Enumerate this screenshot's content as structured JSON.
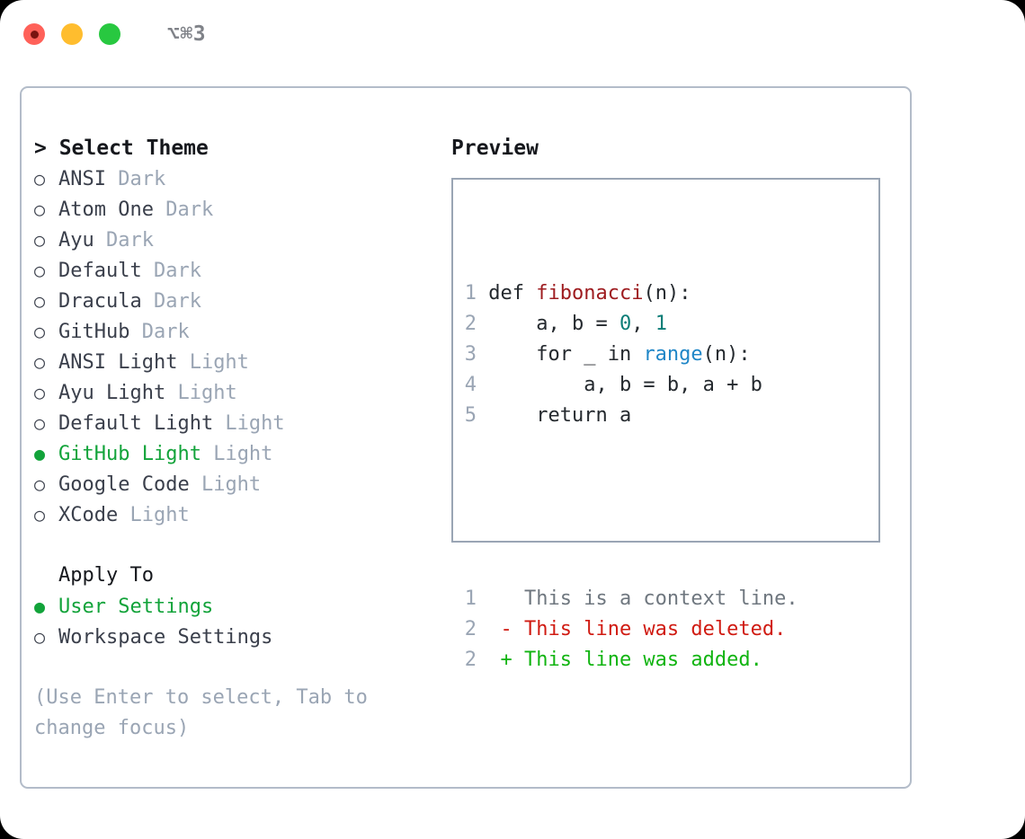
{
  "titlebar": {
    "shortcut": "⌥⌘3",
    "buttons": [
      {
        "name": "close",
        "color": "#ff6159"
      },
      {
        "name": "minimize",
        "color": "#ffbd2e"
      },
      {
        "name": "maximize",
        "color": "#28c840"
      }
    ]
  },
  "left": {
    "title": "> Select Theme",
    "themes": [
      {
        "marker": "○",
        "label": "ANSI",
        "variant": "Dark",
        "selected": false
      },
      {
        "marker": "○",
        "label": "Atom One",
        "variant": "Dark",
        "selected": false
      },
      {
        "marker": "○",
        "label": "Ayu",
        "variant": "Dark",
        "selected": false
      },
      {
        "marker": "○",
        "label": "Default",
        "variant": "Dark",
        "selected": false
      },
      {
        "marker": "○",
        "label": "Dracula",
        "variant": "Dark",
        "selected": false
      },
      {
        "marker": "○",
        "label": "GitHub",
        "variant": "Dark",
        "selected": false
      },
      {
        "marker": "○",
        "label": "ANSI Light",
        "variant": "Light",
        "selected": false
      },
      {
        "marker": "○",
        "label": "Ayu Light",
        "variant": "Light",
        "selected": false
      },
      {
        "marker": "○",
        "label": "Default Light",
        "variant": "Light",
        "selected": false
      },
      {
        "marker": "●",
        "label": "GitHub Light",
        "variant": "Light",
        "selected": true
      },
      {
        "marker": "○",
        "label": "Google Code",
        "variant": "Light",
        "selected": false
      },
      {
        "marker": "○",
        "label": "XCode",
        "variant": "Light",
        "selected": false
      }
    ],
    "apply_to_heading": "Apply To",
    "apply_to": [
      {
        "marker": "●",
        "label": "User Settings",
        "selected": true
      },
      {
        "marker": "○",
        "label": "Workspace Settings",
        "selected": false
      }
    ],
    "hint": "(Use Enter to select, Tab to change focus)"
  },
  "right": {
    "title": "Preview",
    "code_lines": [
      {
        "num": "1",
        "tokens": [
          {
            "t": " def ",
            "c": "kw"
          },
          {
            "t": "fibonacci",
            "c": "fn"
          },
          {
            "t": "(n):",
            "c": "plain"
          }
        ]
      },
      {
        "num": "2",
        "tokens": [
          {
            "t": "     a, b = ",
            "c": "plain"
          },
          {
            "t": "0",
            "c": "num"
          },
          {
            "t": ", ",
            "c": "plain"
          },
          {
            "t": "1",
            "c": "num"
          }
        ]
      },
      {
        "num": "3",
        "tokens": [
          {
            "t": "     for _ in ",
            "c": "plain"
          },
          {
            "t": "range",
            "c": "call"
          },
          {
            "t": "(n):",
            "c": "plain"
          }
        ]
      },
      {
        "num": "4",
        "tokens": [
          {
            "t": "         a, b = b, a + b",
            "c": "plain"
          }
        ]
      },
      {
        "num": "5",
        "tokens": [
          {
            "t": "     return a",
            "c": "plain"
          }
        ]
      }
    ],
    "diff_lines": [
      {
        "num": "1",
        "prefix": "  ",
        "text": "This is a context line.",
        "kind": "ctx"
      },
      {
        "num": "2",
        "prefix": "- ",
        "text": "This line was deleted.",
        "kind": "del"
      },
      {
        "num": "2",
        "prefix": "+ ",
        "text": "This line was added.",
        "kind": "add"
      }
    ]
  },
  "colors": {
    "selected_green": "#12a33a",
    "muted": "#9aa5b4",
    "text": "#3a3f4b",
    "border": "#b3bcc9",
    "diff_delete": "#d01b12",
    "diff_add": "#11b411",
    "syntax_function": "#9e1c20",
    "syntax_number": "#0b7d77",
    "syntax_call": "#1f86c7"
  }
}
